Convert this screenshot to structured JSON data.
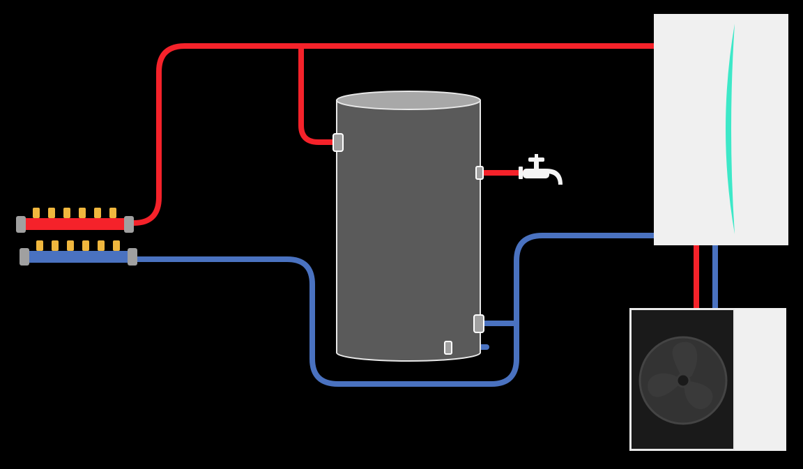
{
  "diagram": {
    "type": "heat-pump hydronic schematic",
    "text_labels": [],
    "colors": {
      "background": "#000000",
      "hot_pipe": "#f5222a",
      "cold_pipe": "#4a72c0",
      "tank_body": "#5a5a5a",
      "tank_top": "#a8a8a8",
      "indoor_unit": "#f0f0f0",
      "indoor_accent": "#3de8c8",
      "outdoor_dark": "#1a1a1a",
      "outdoor_light": "#f0f0f0",
      "fan": "#3a3a3a",
      "valve": "#f0b73e",
      "fitting": "#a0a0a0"
    },
    "components": [
      {
        "id": "supply-manifold",
        "label": "",
        "valves": 6,
        "line": "hot"
      },
      {
        "id": "return-manifold",
        "label": "",
        "valves": 6,
        "line": "cold"
      },
      {
        "id": "hot-water-tank",
        "label": ""
      },
      {
        "id": "hot-water-tap",
        "label": ""
      },
      {
        "id": "indoor-unit",
        "label": ""
      },
      {
        "id": "outdoor-heat-pump",
        "label": ""
      }
    ]
  }
}
